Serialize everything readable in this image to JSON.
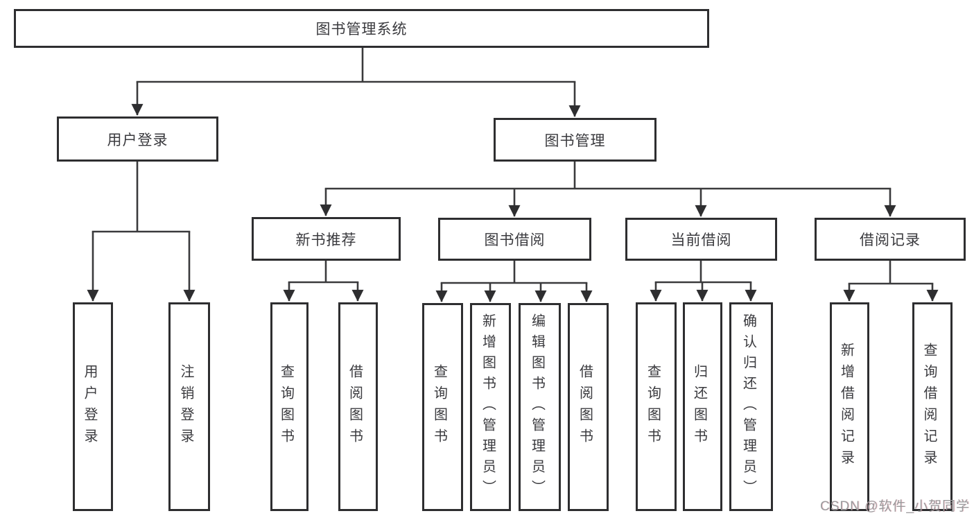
{
  "diagram": {
    "title": "图书管理系统",
    "level2": [
      {
        "label": "用户登录",
        "leaves": [
          "用户登录",
          "注销登录"
        ]
      },
      {
        "label": "图书管理",
        "sections": [
          {
            "label": "新书推荐",
            "leaves": [
              "查询图书",
              "借阅图书"
            ]
          },
          {
            "label": "图书借阅",
            "leaves": [
              "查询图书",
              "新增图书（管理员）",
              "编辑图书（管理员）",
              "借阅图书"
            ]
          },
          {
            "label": "当前借阅",
            "leaves": [
              "查询图书",
              "归还图书",
              "确认归还（管理员）"
            ]
          },
          {
            "label": "借阅记录",
            "leaves": [
              "新增借阅记录",
              "查询借阅记录"
            ]
          }
        ]
      }
    ]
  },
  "colors": {
    "line": "#3a3a3c",
    "border": "#2e2e30",
    "text": "#3a3a3e",
    "watermark": "#9b9b9d"
  },
  "watermark": {
    "text": "CSDN @软件_小贺同学"
  }
}
